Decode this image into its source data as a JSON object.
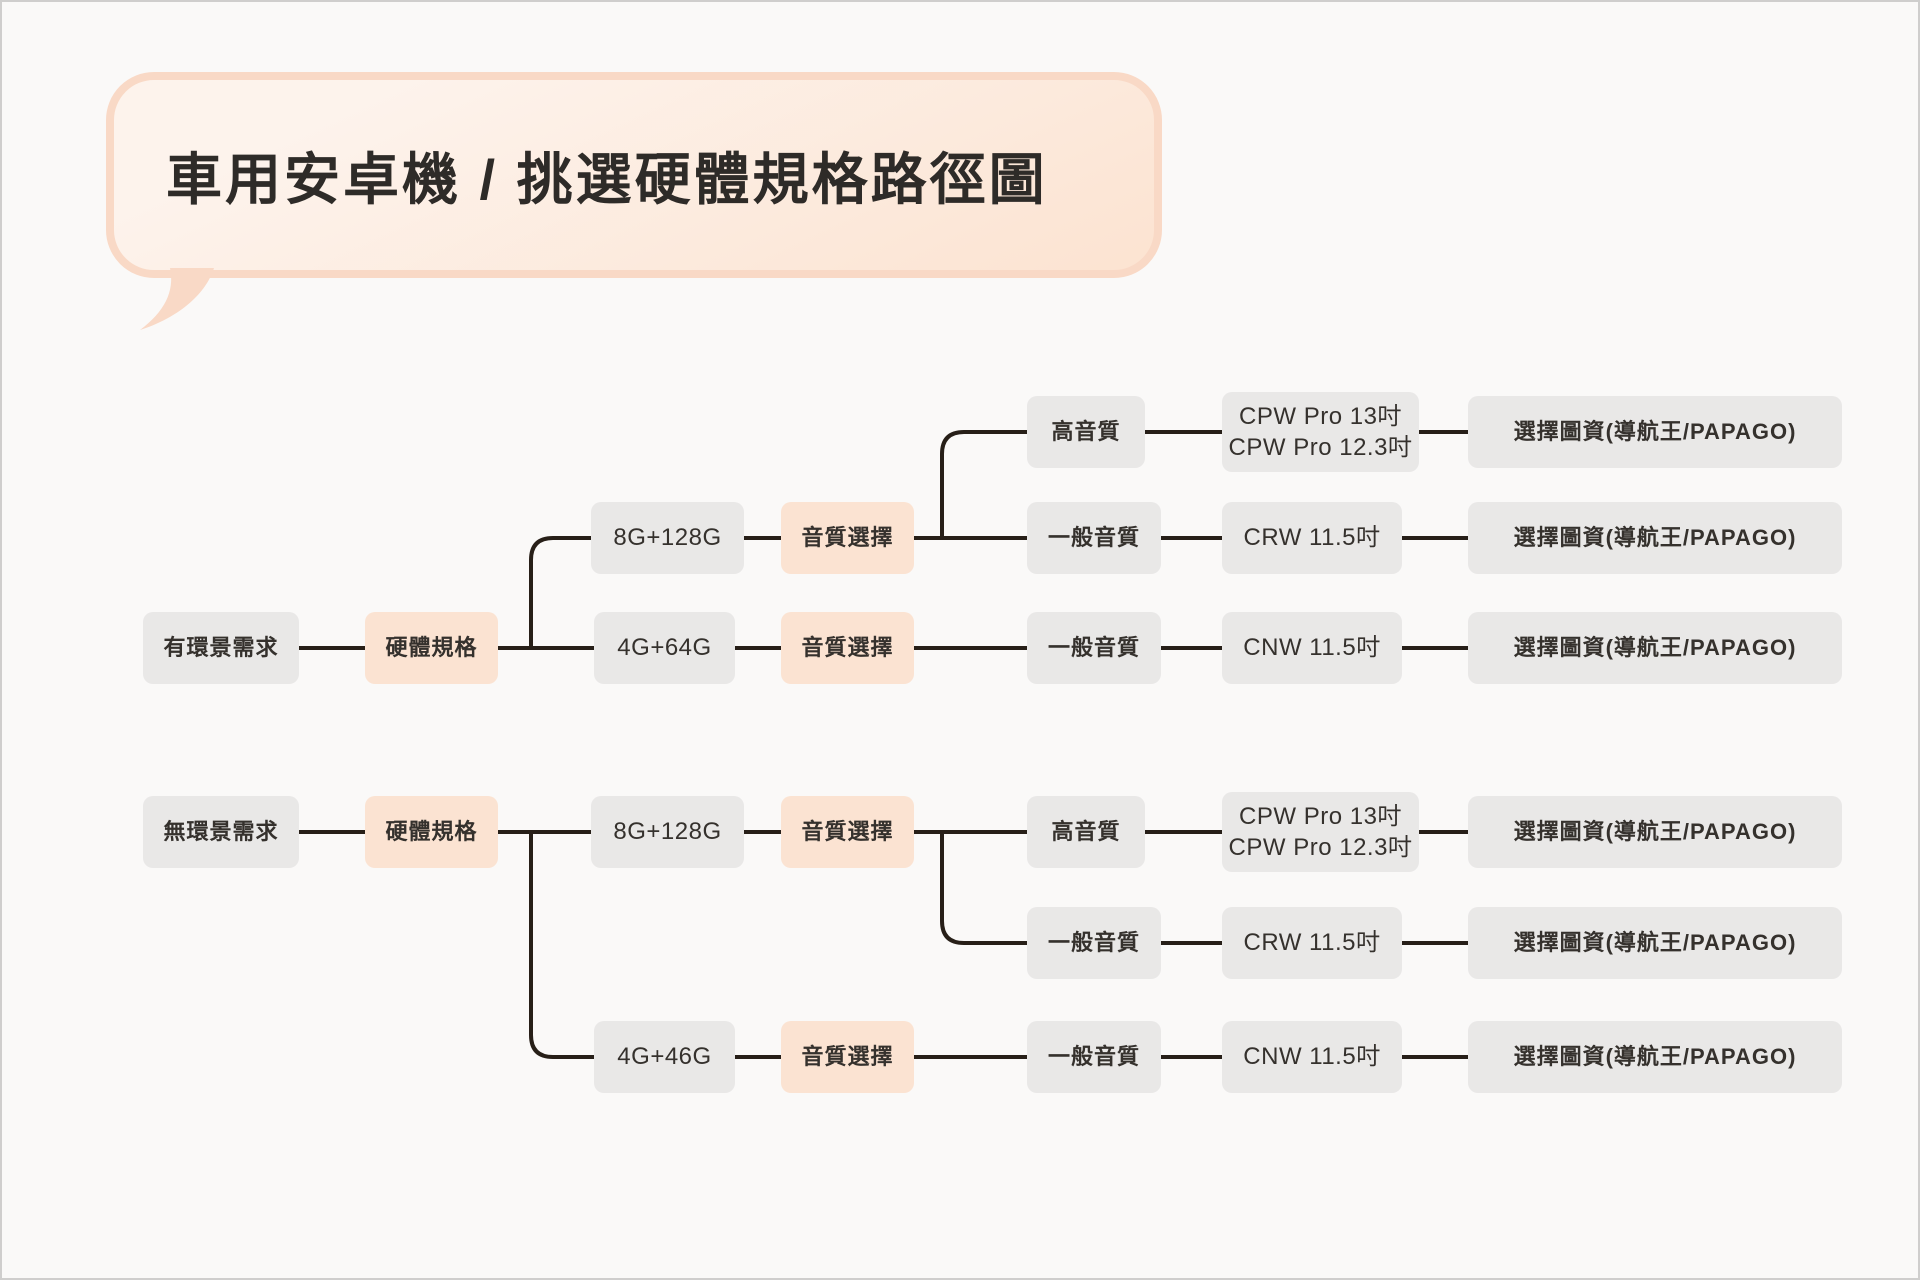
{
  "title": "車用安卓機 / 挑選硬體規格路徑圖",
  "colors": {
    "bubble_fill_start": "#fdf3ec",
    "bubble_fill_end": "#fce3d1",
    "bubble_border": "#f9d9c6",
    "node_gray": "#e9e8e7",
    "node_peach": "#fbe3d2",
    "line": "#271f18",
    "text_dark": "#35312d",
    "background": "#faf9f8",
    "page_border": "#cfcecd"
  },
  "nodes": {
    "t1_need": "有環景需求",
    "t1_hw": "硬體規格",
    "t1_8g128g": "8G+128G",
    "t1_4g64g": "4G+64G",
    "t1_audio_a": "音質選擇",
    "t1_audio_b": "音質選擇",
    "t1_hifi": "高音質",
    "t1_normal_a": "一般音質",
    "t1_normal_b": "一般音質",
    "t1_cpw": "CPW Pro 13吋\nCPW Pro 12.3吋",
    "t1_crw": "CRW 11.5吋",
    "t1_cnw": "CNW 11.5吋",
    "t1_map_a": "選擇圖資(導航王/PAPAGO)",
    "t1_map_b": "選擇圖資(導航王/PAPAGO)",
    "t1_map_c": "選擇圖資(導航王/PAPAGO)",
    "t2_need": "無環景需求",
    "t2_hw": "硬體規格",
    "t2_8g128g": "8G+128G",
    "t2_4g46g": "4G+46G",
    "t2_audio_a": "音質選擇",
    "t2_audio_b": "音質選擇",
    "t2_hifi": "高音質",
    "t2_normal_a": "一般音質",
    "t2_normal_b": "一般音質",
    "t2_cpw": "CPW Pro 13吋\nCPW Pro 12.3吋",
    "t2_crw": "CRW 11.5吋",
    "t2_cnw": "CNW 11.5吋",
    "t2_map_a": "選擇圖資(導航王/PAPAGO)",
    "t2_map_b": "選擇圖資(導航王/PAPAGO)",
    "t2_map_c": "選擇圖資(導航王/PAPAGO)"
  }
}
